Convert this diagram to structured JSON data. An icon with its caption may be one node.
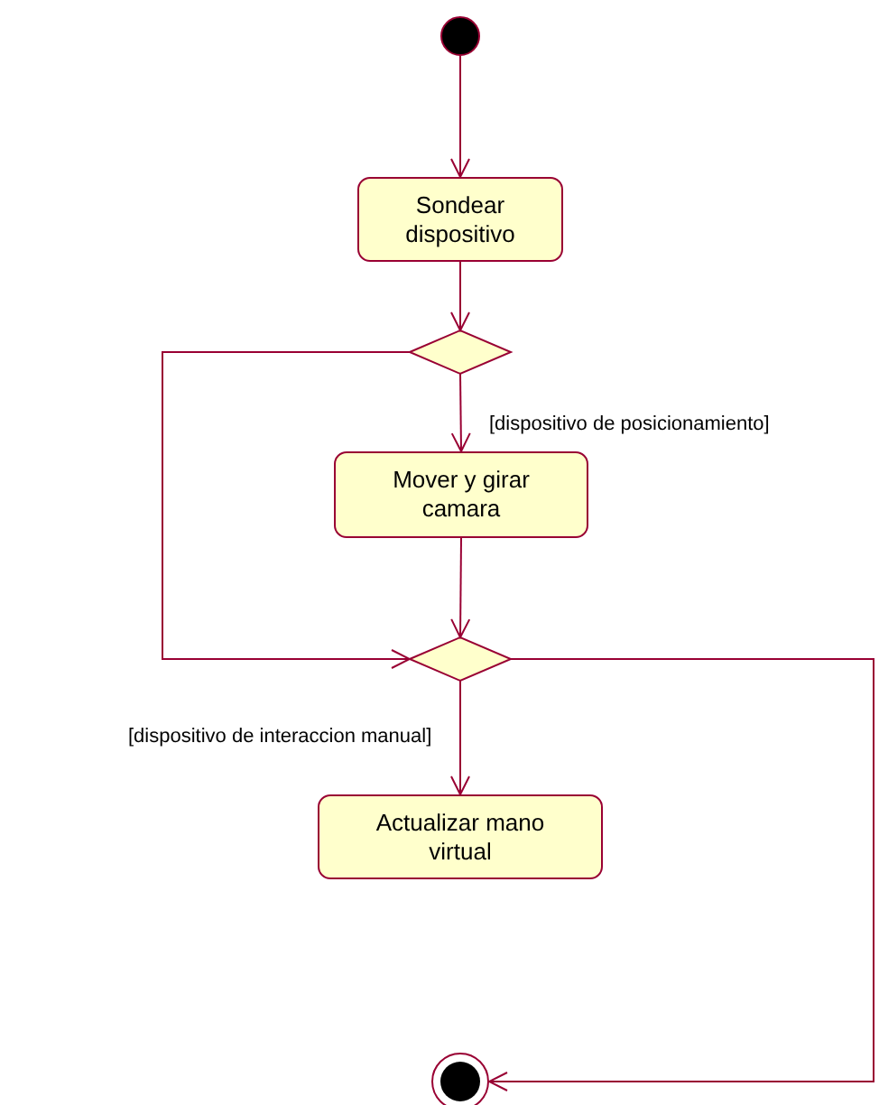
{
  "diagram": {
    "nodes": [
      {
        "text": [],
        "shape": "circle"
      },
      {
        "text": [
          "Sondear dispositivo"
        ]
      },
      {
        "text": [],
        "shape": "diamond"
      },
      {
        "text": [
          "Mover y girar camara"
        ]
      },
      {
        "text": [],
        "shape": "diamond"
      },
      {
        "text": [
          "Actualizar mano virtual"
        ]
      },
      {
        "text": [],
        "shape": "circle"
      }
    ],
    "edges": [
      {
        "from": 0,
        "to": 1,
        "arrow": "to"
      },
      {
        "from": 1,
        "to": 2,
        "arrow": "to"
      },
      {
        "from": 2,
        "to": 3,
        "arrow": "to",
        "label": "[dispositivo de posicionamiento]"
      },
      {
        "from": 2,
        "to": 4,
        "arrow": "to"
      },
      {
        "from": 3,
        "to": 4,
        "arrow": "to"
      },
      {
        "from": 4,
        "to": 5,
        "arrow": "to",
        "label": "[dispositivo de interaccion manual]"
      },
      {
        "from": 4,
        "to": 6,
        "arrow": "to"
      }
    ]
  }
}
